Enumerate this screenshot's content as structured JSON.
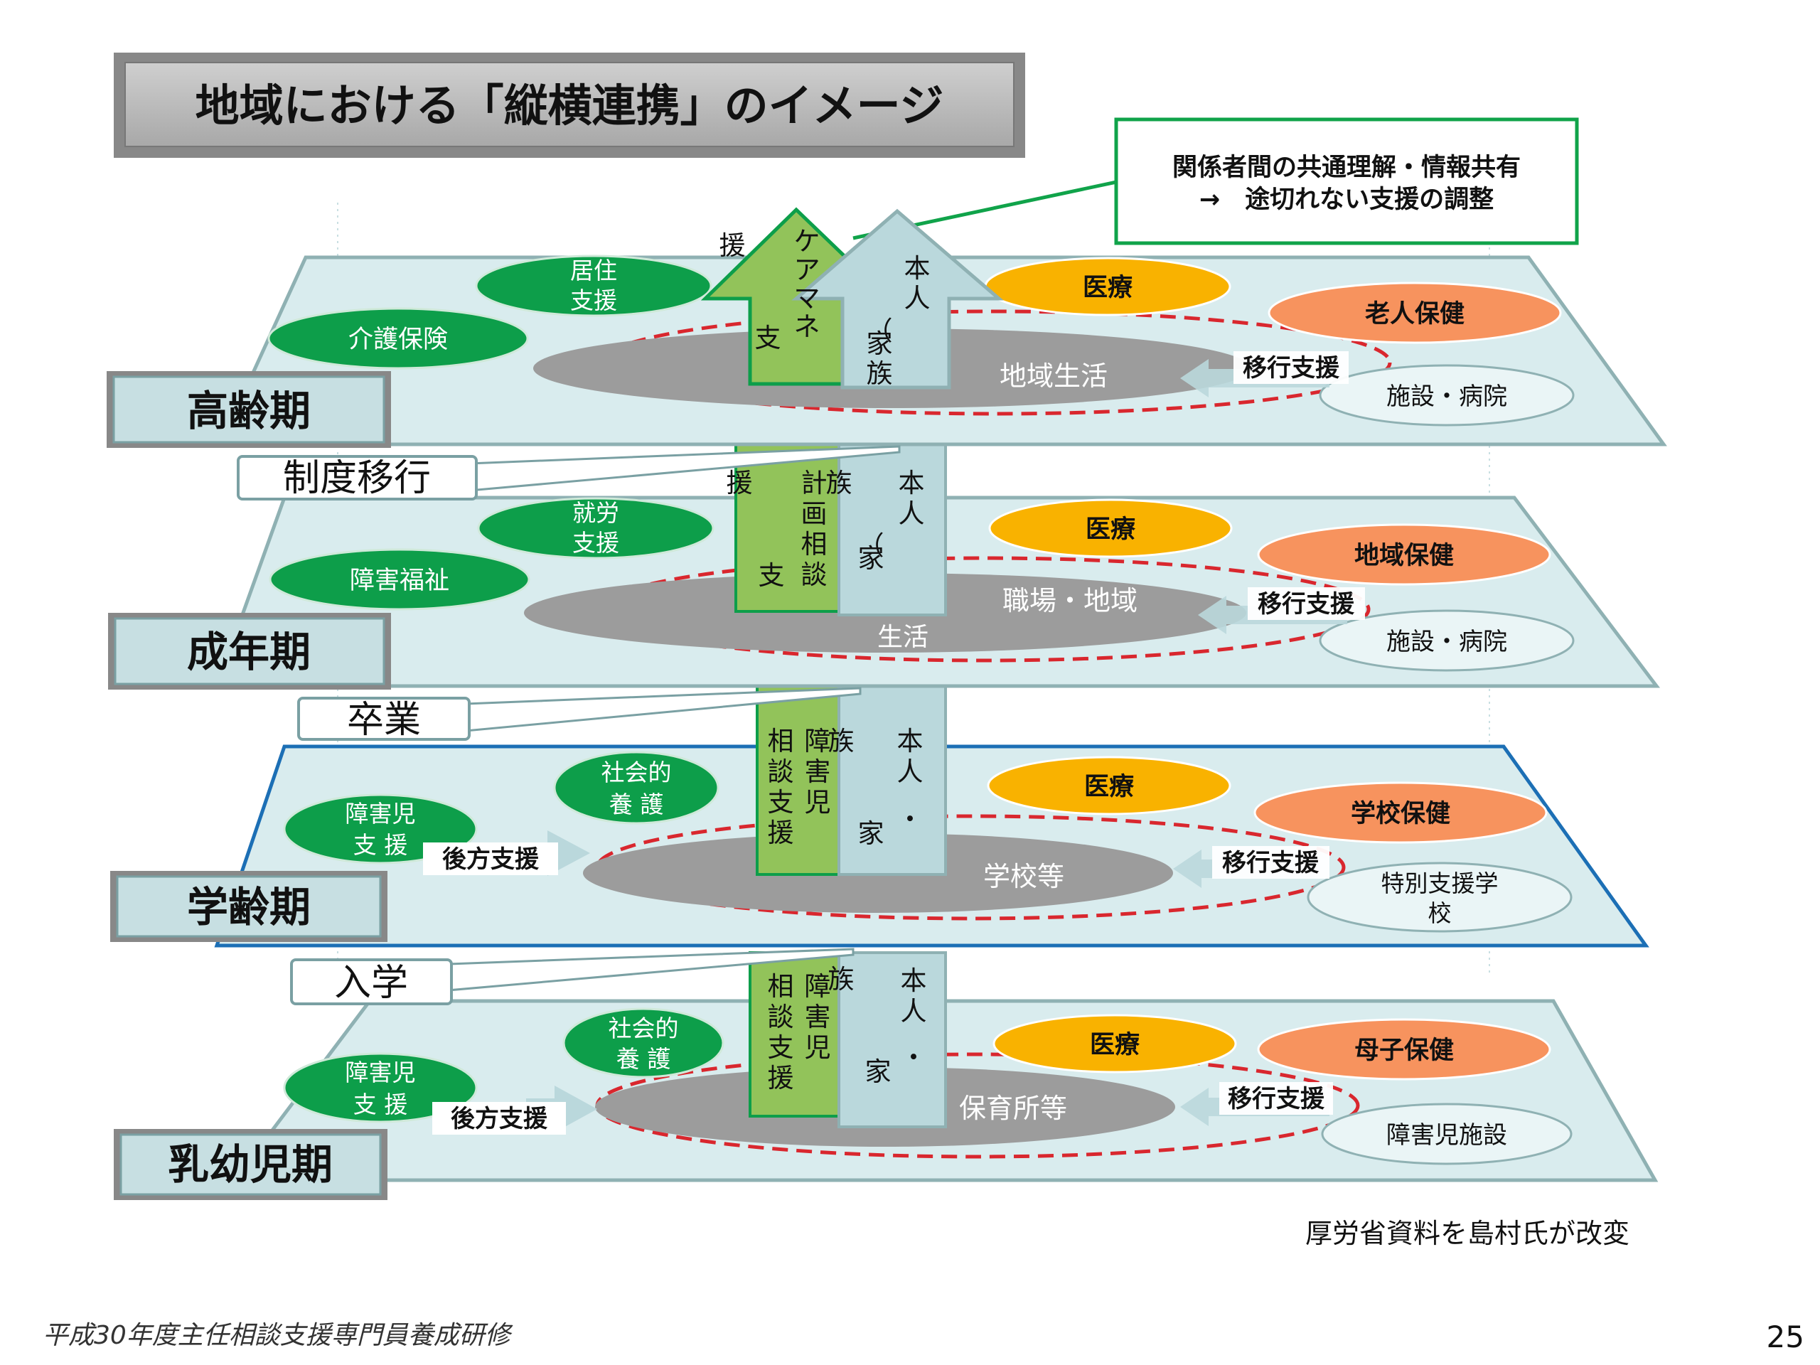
{
  "title": "地域における「縦横連携」のイメージ",
  "callout": {
    "line1": "関係者間の共通理解・情報共有",
    "line2": "→　途切れない支援の調整"
  },
  "transitions": [
    "制度移行",
    "卒業",
    "入学"
  ],
  "levels": [
    {
      "stage": "高齢期",
      "center": "地域生活",
      "left_welfare": "介護保険",
      "upper_service": [
        "居住",
        "支援"
      ],
      "medical": "医療",
      "health": "老人保健",
      "facility": [
        "施設・病院"
      ],
      "transition_support": "移行支援",
      "support_arrow": [
        "ケ",
        "ア",
        "マ",
        "ネ",
        "支",
        "援"
      ],
      "person": [
        "本",
        "人",
        "（",
        "家",
        "族",
        "）"
      ]
    },
    {
      "stage": "成年期",
      "center": "職場・地域",
      "center_sub": "生活",
      "left_welfare": "障害福祉",
      "upper_service": [
        "就労",
        "支援"
      ],
      "medical": "医療",
      "health": "地域保健",
      "facility": [
        "施設・病院"
      ],
      "transition_support": "移行支援",
      "support_arrow": [
        "計",
        "画",
        "相",
        "談",
        "支",
        "援"
      ],
      "person": [
        "本",
        "人",
        "（",
        "家",
        "族",
        "）"
      ]
    },
    {
      "stage": "学齢期",
      "center": "学校等",
      "left_welfare": [
        "障害児",
        "支 援"
      ],
      "upper_service": [
        "社会的",
        "養 護"
      ],
      "back_support": "後方支援",
      "medical": "医療",
      "health": "学校保健",
      "facility": [
        "特別支援学",
        "校"
      ],
      "transition_support": "移行支援",
      "support_arrow": [
        "障",
        "害",
        "児",
        "相",
        "談",
        "支",
        "援"
      ],
      "person": [
        "本",
        "人",
        "・",
        "家",
        "族"
      ]
    },
    {
      "stage": "乳幼児期",
      "center": "保育所等",
      "left_welfare": [
        "障害児",
        "支 援"
      ],
      "upper_service": [
        "社会的",
        "養 護"
      ],
      "back_support": "後方支援",
      "medical": "医療",
      "health": "母子保健",
      "facility": [
        "障害児施設"
      ],
      "transition_support": "移行支援",
      "support_arrow": [
        "障",
        "害",
        "児",
        "相",
        "談",
        "支",
        "援"
      ],
      "person": [
        "本",
        "人",
        "・",
        "家",
        "族"
      ]
    }
  ],
  "source": "厚労省資料を島村氏が改変",
  "footer": "平成30年度主任相談支援専門員養成研修",
  "page_number": "25",
  "colors": {
    "plane": "#d9ecee",
    "plane_border": "#8fb1b3",
    "green": "#0d9e4a",
    "medical": "#f9b200",
    "health": "#f7935e",
    "gray": "#9c9c9c",
    "arrow_green": "#92c35a",
    "arrow_blue": "#bad8dc",
    "dash": "#d9272e",
    "callout_border": "#10a34a"
  }
}
